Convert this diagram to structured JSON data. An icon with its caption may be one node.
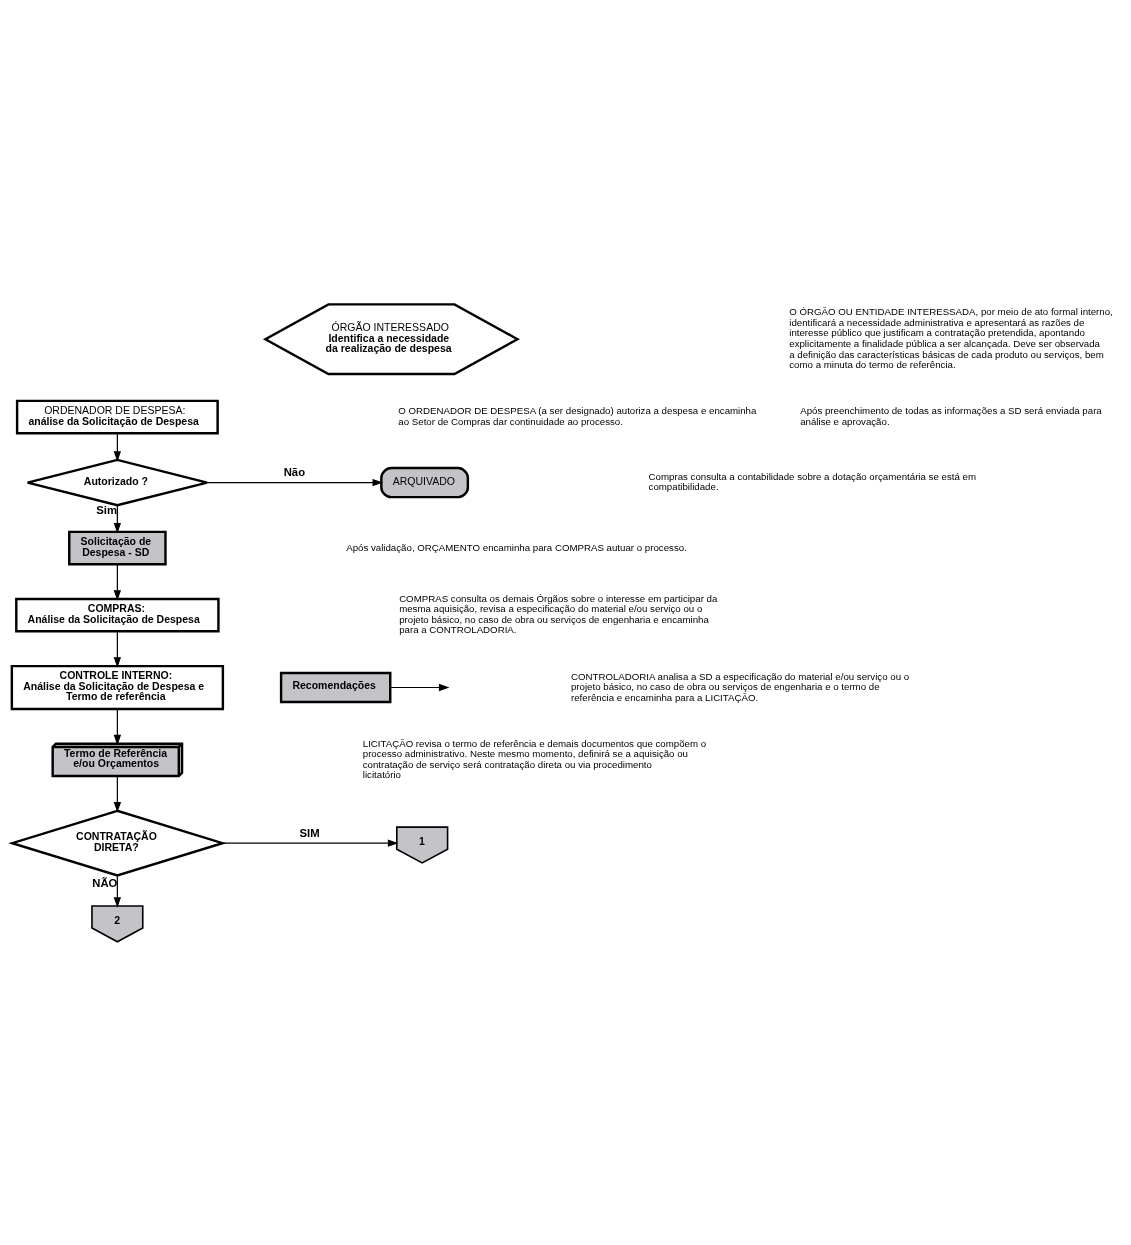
{
  "diagram": {
    "nodes": [
      {
        "text": [
          "ÓRGÃO INTERESSADO",
          "Identifica a necessidade da realização de despesa"
        ]
      },
      {
        "text": [
          "ORDENADOR DE DESPESA:",
          "análise da Solicitação de Despesa"
        ]
      },
      {
        "text": [
          "Autorizado ?"
        ]
      },
      {
        "text": [
          "ARQUIVADO"
        ]
      },
      {
        "text": [
          "Solicitação de Despesa - SD"
        ]
      },
      {
        "text": [
          "COMPRAS:",
          "Análise da Solicitação de Despesa"
        ]
      },
      {
        "text": [
          "CONTROLE INTERNO:",
          "Análise da Solicitação de Despesa e Termo de referência"
        ]
      },
      {
        "text": [
          "Recomendações"
        ]
      },
      {
        "text": [
          "Termo de Referência e/ou Orçamentos"
        ]
      },
      {
        "text": [
          "CONTRATAÇÃO DIRETA?"
        ]
      },
      {
        "text": [
          "1"
        ]
      },
      {
        "text": [
          "2"
        ]
      }
    ],
    "edges": [
      {
        "from": 1,
        "to": 2,
        "arrow": "to"
      },
      {
        "from": 2,
        "to": 3,
        "arrow": "to",
        "label": "Não"
      },
      {
        "from": 2,
        "to": 4,
        "arrow": "to",
        "label": "Sim"
      },
      {
        "from": 4,
        "to": 5,
        "arrow": "to"
      },
      {
        "from": 5,
        "to": 6,
        "arrow": "to"
      },
      {
        "from": 7,
        "to": null,
        "arrow": "to"
      },
      {
        "from": 6,
        "to": 8,
        "arrow": "to"
      },
      {
        "from": 8,
        "to": 9,
        "arrow": "to"
      },
      {
        "from": 9,
        "to": 10,
        "arrow": "to",
        "label": "SIM"
      },
      {
        "from": 9,
        "to": 11,
        "arrow": "to",
        "label": "NÃO"
      }
    ],
    "labels": [
      "O ÓRGÃO OU ENTIDADE INTERESSADA, por meio de ato formal interno, identificará a necessidade administrativa e apresentará as razões de interesse público que justificam a contratação pretendida, apontando explicitamente a finalidade pública a ser alcançada. Deve ser observada a definição das características básicas de cada produto ou serviços, bem como a minuta do termo de referência.",
      "Após preenchimento de todas as informações a SD será enviada para análise e aprovação.",
      "O ORDENADOR DE DESPESA (a ser designado) autoriza a despesa e encaminha ao Setor de Compras dar continuidade ao processo.",
      "Compras consulta a contabilidade sobre a dotação orçamentária se está em compatibilidade.",
      "Após validação, ORÇAMENTO encaminha para COMPRAS autuar o processo.",
      "COMPRAS consulta os demais Órgãos sobre o interesse em participar da mesma aquisição, revisa a especificação do material e/ou serviço ou o projeto básico, no caso de obra ou serviços de engenharia e encaminha para a CONTROLADORIA.",
      "CONTROLADORIA analisa a SD a especificação do material e/ou serviço ou o projeto básico, no caso de obra ou serviços de engenharia e o termo de referência e encaminha para a LICITAÇÃO.",
      "LICITAÇÃO revisa o termo de referência e demais documentos que compõem o processo administrativo. Neste mesmo momento, definirá se a aquisição ou contratação de serviço será contratação direta ou via procedimento licitatório"
    ]
  }
}
